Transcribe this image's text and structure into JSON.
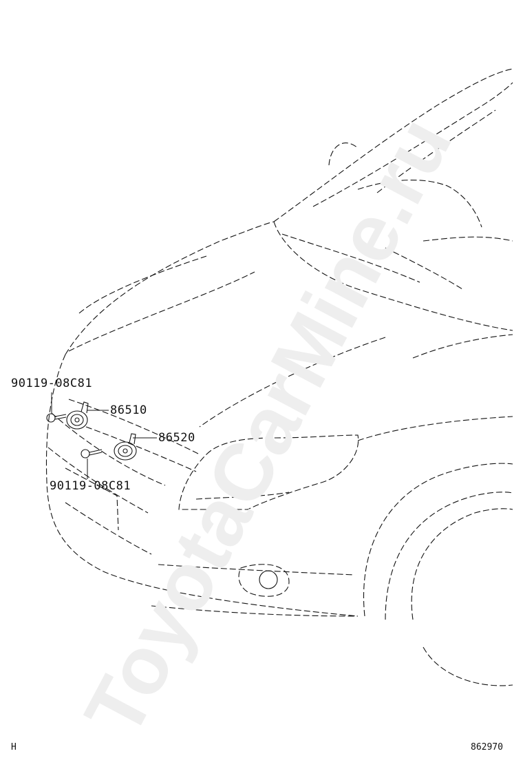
{
  "diagram": {
    "watermark": "ToyotaCarMine.ru",
    "callouts": {
      "bolt_upper": "90119-08C81",
      "horn_high": "86510",
      "horn_low": "86520",
      "bolt_lower": "90119-08C81"
    },
    "footer": {
      "left_code": "H",
      "right_code": "862970"
    }
  }
}
